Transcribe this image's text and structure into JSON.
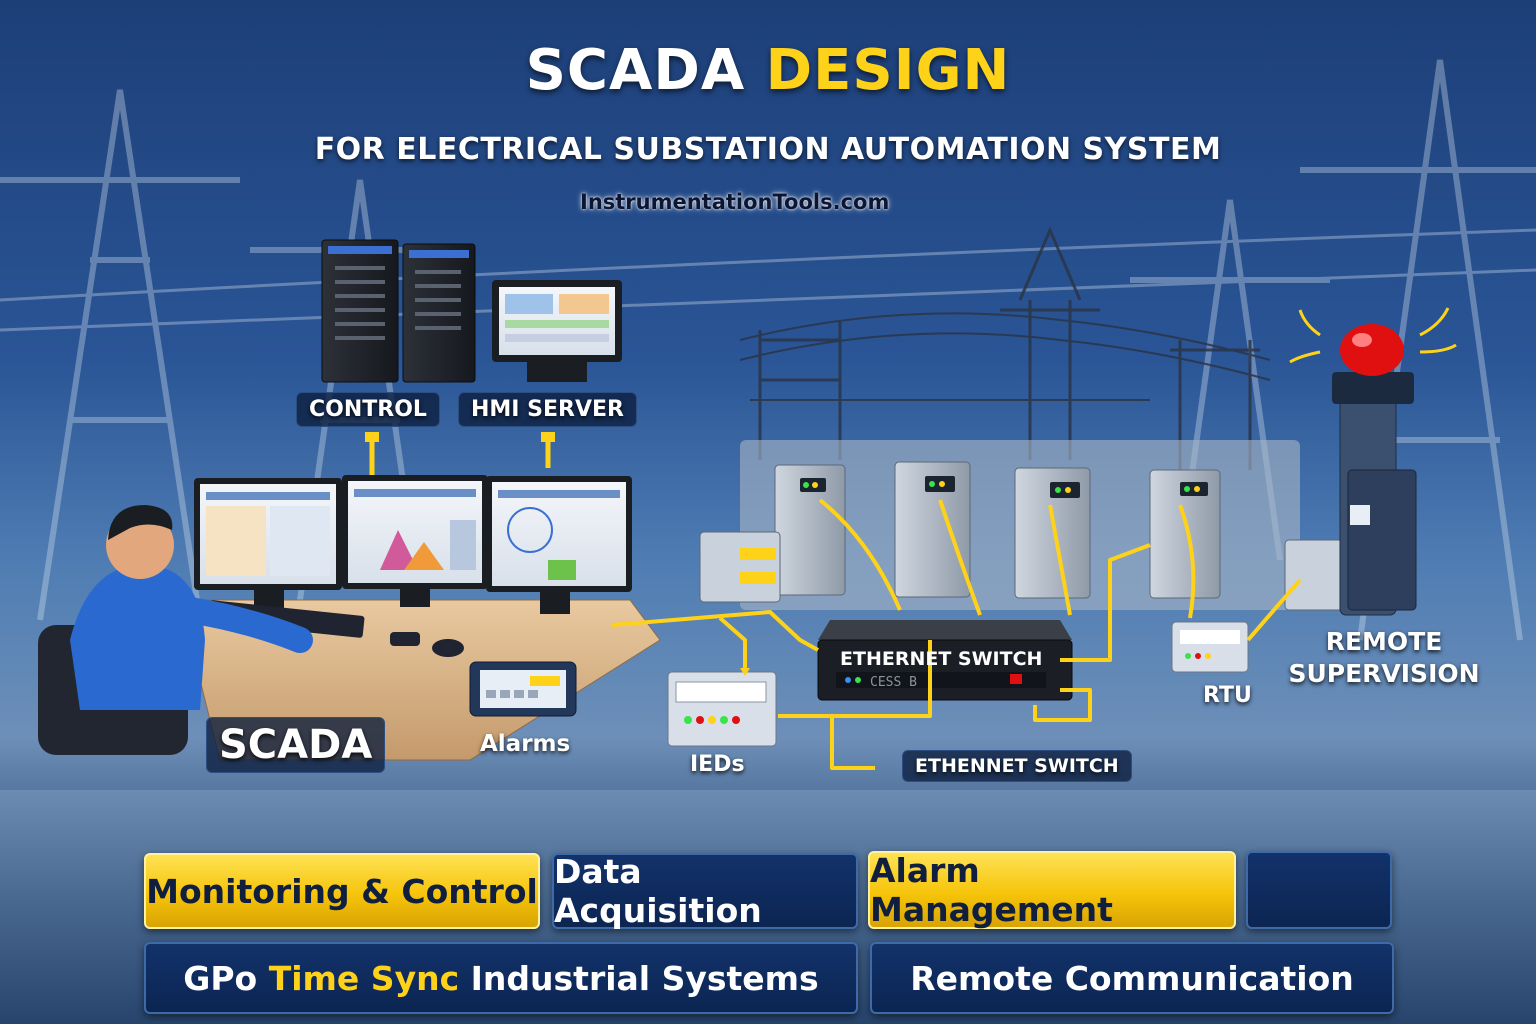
{
  "header": {
    "title_white": "SCADA",
    "title_yellow": "DESIGN",
    "subtitle": "FOR ELECTRICAL SUBSTATION AUTOMATION SYSTEM",
    "site": "InstrumentationTools.com"
  },
  "labels": {
    "control": "CONTROL",
    "hmi_server": "HMI SERVER",
    "scada": "SCADA",
    "alarms": "Alarms",
    "ieds": "IEDs",
    "ethernet_switch_device": "ETHERNET SWITCH",
    "ethernet_switch_label": "ETHENNET SWITCH",
    "rtu": "RTU",
    "remote_supervision": "REMOTE SUPERVISION",
    "switch_panel_text": "CESS B"
  },
  "features": {
    "monitoring": "Monitoring & Control",
    "acquisition": "Data Acquisition",
    "alarm_mgmt": "Alarm Management",
    "time_sync_prefix": "GPo",
    "time_sync_highlight": "Time Sync",
    "time_sync_suffix": "Industrial Systems",
    "remote_comm": "Remote Communication"
  },
  "colors": {
    "accent_yellow": "#ffd21a",
    "navy": "#0c2552",
    "sky_blue": "#2a5596",
    "alarm_red": "#e01010"
  }
}
